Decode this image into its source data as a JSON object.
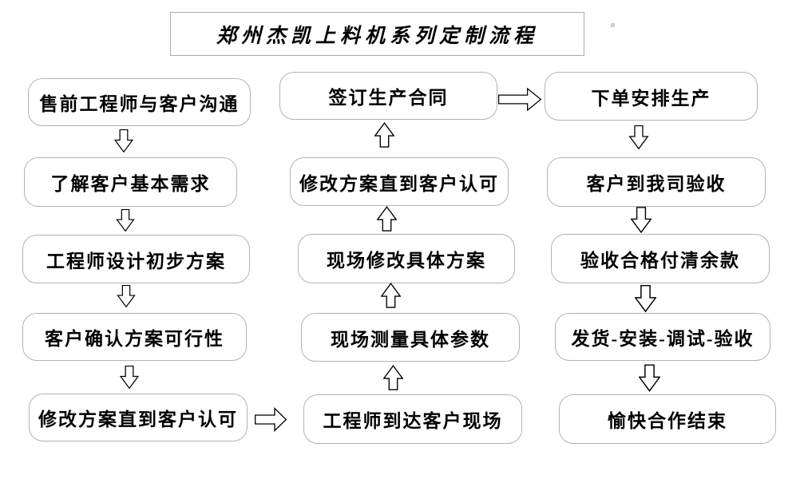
{
  "title": "郑州杰凯上料机系列定制流程",
  "flow": {
    "left": [
      "售前工程师与客户沟通",
      "了解客户基本需求",
      "工程师设计初步方案",
      "客户确认方案可行性",
      "修改方案直到客户认可"
    ],
    "middle": [
      "签订生产合同",
      "修改方案直到客户认可",
      "现场修改具体方案",
      "现场测量具体参数",
      "工程师到达客户现场"
    ],
    "right": [
      "下单安排生产",
      "客户到我司验收",
      "验收合格付清余款",
      "发货-安装-调试-验收",
      "愉快合作结束"
    ]
  },
  "icons": {
    "down_arrow": "hollow-block-arrow-down",
    "up_arrow": "hollow-block-arrow-up",
    "right_arrow": "hollow-block-arrow-right"
  },
  "colors": {
    "background": "#ffffff",
    "box_border": "#b3b3b3",
    "title_border": "#ababab",
    "text": "#000000",
    "arrow_outline": "#000000",
    "arrow_fill": "#ffffff"
  }
}
